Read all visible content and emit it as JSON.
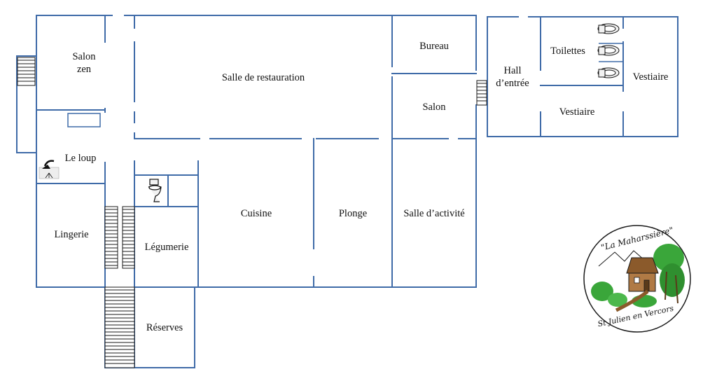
{
  "rooms": {
    "salon_zen_line1": "Salon",
    "salon_zen_line2": "zen",
    "salle_restauration": "Salle de restauration",
    "bureau": "Bureau",
    "salon": "Salon",
    "hall_line1": "Hall",
    "hall_line2": "d’entrée",
    "toilettes": "Toilettes",
    "vestiaire_right": "Vestiaire",
    "vestiaire_bottom": "Vestiaire",
    "le_loup": "Le loup",
    "lingerie": "Lingerie",
    "cuisine": "Cuisine",
    "plonge": "Plonge",
    "salle_activite": "Salle d’activité",
    "legumerie": "Légumerie",
    "reserves": "Réserves"
  },
  "logo": {
    "title": "\"La Maharssière\"",
    "place": "St Julien en Vercors",
    "colors": {
      "green": "#3aa63a",
      "brown": "#8b5a2b",
      "ink": "#1a1a1a"
    }
  },
  "icons": [
    "shower-icon",
    "toilet-icon",
    "urinal-icon"
  ],
  "colors": {
    "wall": "#3f6ba8",
    "background": "#ffffff"
  }
}
